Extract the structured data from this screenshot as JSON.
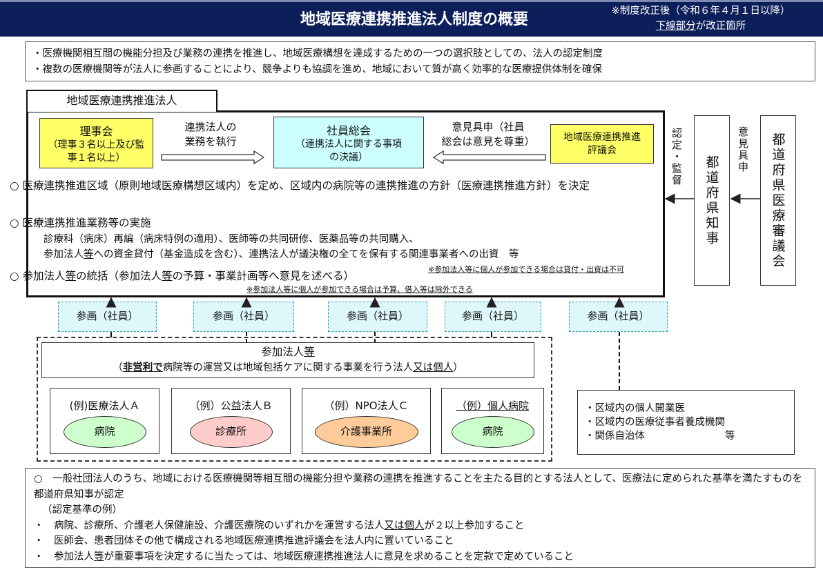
{
  "header": {
    "title": "地域医療連携推進法人制度の概要",
    "note1": "※制度改正後（令和６年４月１日以降）",
    "note2_u": "下線部分",
    "note2_rest": "が改正箇所"
  },
  "intro": [
    "・医療機関相互間の機能分担及び業務の連携を推進し、地域医療構想を達成するための一つの選択肢としての、法人の認定制度",
    "・複数の医療機関等が法人に参画することにより、競争よりも協調を進め、地域において質が高く効率的な医療提供体制を確保"
  ],
  "corp_label": "地域医療連携推進法人",
  "board": {
    "title": "理事会",
    "desc": "（理事３名以上及び監事１名以上）"
  },
  "exec_label": [
    "連携法人の",
    "業務を執行"
  ],
  "assembly": {
    "title": "社員総会",
    "desc": "（連携法人に関する事項の決議）"
  },
  "opinion_label": [
    "意見具申（社員",
    "総会は意見を尊重）"
  ],
  "council": "地域医療連携推進評議会",
  "items": {
    "i1": "○ 医療連携推進区域（原則地域医療構想区域内）を定め、区域内の病院等の連携推進の方針（医療連携推進方針）を決定",
    "i2": "○ 医療連携推進業務等の実施",
    "i2_sub1": "診療科（病床）再編（病床特例の適用）、医師等の共同研修、医薬品等の共同購入、",
    "i2_sub2": [
      "参加法人",
      "等",
      "への資金貸付（基金造成を含む）、連携法人が議決権の全てを保有する関連事業者への出資　等"
    ],
    "note_loan": "※参加法人等に個人が参加できる場合は貸付・出資は不可",
    "i3": [
      "○ 参加法人",
      "等",
      "の統括（参加法人",
      "等",
      "の予算・事業計画等へ意見を述べる）"
    ],
    "note_budget": "※参加法人等に個人が参加できる場合は予算、借入等は除外できる"
  },
  "right": {
    "certify": "認定・監督",
    "governor": "都道府県知事",
    "opinion": "意見具申",
    "council": "都道府県医療審議会"
  },
  "sankaku": [
    "参画（社員）",
    "参画（社員）",
    "参画（社員）",
    "参画（社員）",
    "参画（社員）"
  ],
  "participants": {
    "title_a": "参加法人",
    "title_u": "等",
    "sub_bold": "非営利で",
    "sub_mid": "病院等の運営又は地域包括ケアに関する事業を行う法人",
    "sub_u1": "又は個人",
    "sub_end": "）",
    "sub_open": "（"
  },
  "orgs": [
    {
      "name": "(例)医療法人Ａ",
      "facility": "病院",
      "color": "#ccffcc"
    },
    {
      "name": "（例）公益法人Ｂ",
      "facility": "診療所",
      "color": "#ffcccc"
    },
    {
      "name": "（例）NPO法人Ｃ",
      "facility": "介護事業所",
      "color": "#ffcc99"
    },
    {
      "name": "（例）個人病院",
      "facility": "病院",
      "color": "#ccffcc"
    }
  ],
  "others": [
    "・区域内の個人開業医",
    "・区域内の医療従事者養成機関",
    "・関係自治体　　　　　　　　等"
  ],
  "bottom": {
    "l1": "○　一般社団法人のうち、地域における医療機関等相互間の機能分担や業務の連携を推進することを主たる目的とする法人として、医療法に定められた基準を満たすものを都道府県知事が認定",
    "l2": "（認定基準の例）",
    "b1": [
      "・　病院、診療所、介護老人保健施設、介護医療院のいずれかを運営する法人",
      "又は個人",
      "が２以上参加すること"
    ],
    "b2": "・　医師会、患者団体その他で構成される地域医療連携推進評議会を法人内に置いていること",
    "b3": [
      "・　参加法人",
      "等",
      "が重要事項を決定するに当たっては、地域医療連携推進法人に意見を求めることを定款で定めていること"
    ]
  }
}
